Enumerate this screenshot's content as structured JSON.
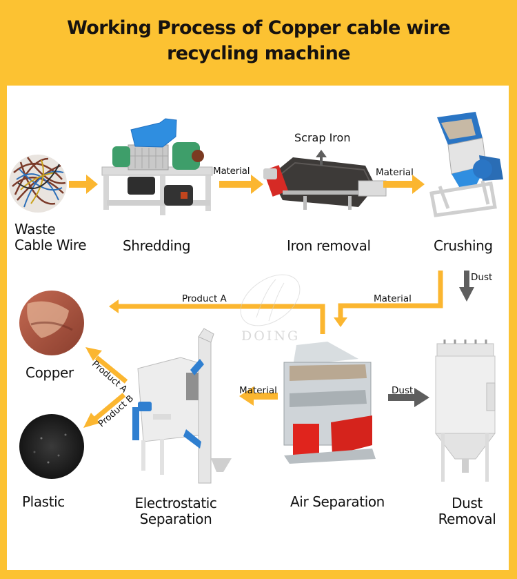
{
  "title": {
    "line1": "Working Process of Copper cable wire",
    "line2": "recycling machine"
  },
  "watermark": "DOING",
  "colors": {
    "background": "#fcc232",
    "flow_arrow": "#fbb630",
    "dust_arrow": "#5e5e5e",
    "machine_blue": "#2f7fd0",
    "machine_green": "#3e9e6a",
    "machine_red": "#e0241d"
  },
  "stages": {
    "waste": {
      "line1": "Waste",
      "line2": "Cable Wire"
    },
    "shredding": {
      "label": "Shredding"
    },
    "iron_removal": {
      "label": "Iron removal"
    },
    "crushing": {
      "label": "Crushing"
    },
    "copper": {
      "label": "Copper"
    },
    "plastic": {
      "label": "Plastic"
    },
    "electrostatic": {
      "line1": "Electrostatic",
      "line2": "Separation"
    },
    "air_separation": {
      "label": "Air Separation"
    },
    "dust_removal": {
      "line1": "Dust",
      "line2": "Removal"
    }
  },
  "arrows": {
    "shred_to_iron": "Material",
    "iron_to_crush": "Material",
    "scrap_iron": "Scrap Iron",
    "crush_dust": "Dust",
    "crush_to_air": "Material",
    "air_product_a": "Product A",
    "air_to_electro": "Material",
    "air_dust": "Dust",
    "electro_product_a": "Product A",
    "electro_product_b": "Product B"
  }
}
